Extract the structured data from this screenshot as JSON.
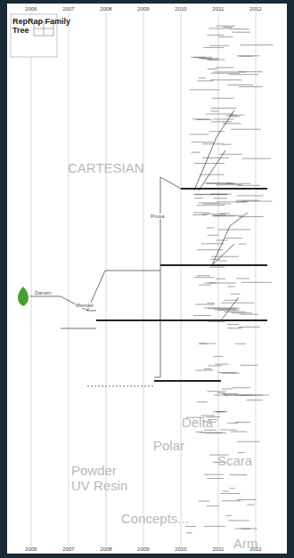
{
  "diagram": {
    "title": "RepRap Family",
    "labels": [
      "Tree",
      "CARTESIAN",
      "Delta",
      "Polar",
      "Scara",
      "Powder",
      "UV Resin",
      "Concepts...",
      "Arm",
      "Darwin",
      "Mendel",
      "Prusa",
      "2006",
      "2007",
      "2008",
      "2009",
      "2010",
      "2011",
      "2012",
      "2006",
      "2007",
      "2008",
      "2009",
      "2010",
      "2011",
      "2012"
    ]
  }
}
